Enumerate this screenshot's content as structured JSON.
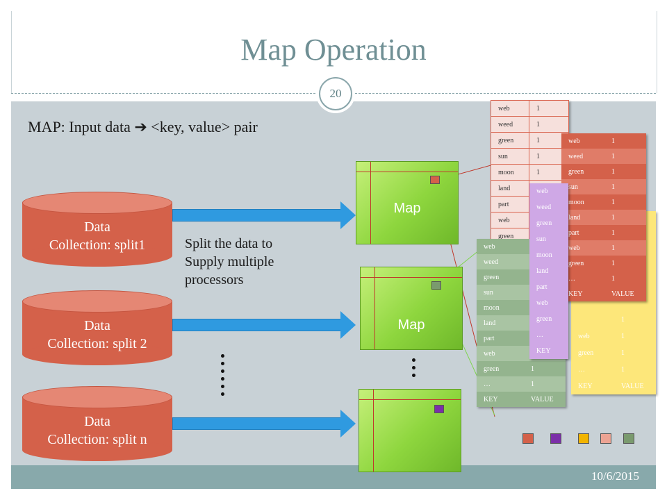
{
  "slide": {
    "title": "Map Operation",
    "slide_number": "20",
    "date": "10/6/2015",
    "headline": "MAP: Input data ➔ <key, value> pair"
  },
  "splits": [
    {
      "line1": "Data",
      "line2": "Collection: split1"
    },
    {
      "line1": "Data",
      "line2": "Collection: split 2"
    },
    {
      "line1": "Data",
      "line2": "Collection: split n"
    }
  ],
  "maps": [
    {
      "label": "Map",
      "marker_color": "#d4614a"
    },
    {
      "label": "Map",
      "marker_color": "#7a9a6e"
    },
    {
      "label": "",
      "marker_color": "#7b2fa8"
    }
  ],
  "split_note": {
    "line1": "Split the data to",
    "line2": "Supply multiple",
    "line3": "processors"
  },
  "tables": {
    "background": {
      "rows": [
        [
          "web",
          "1"
        ],
        [
          "weed",
          "1"
        ],
        [
          "green",
          "1"
        ],
        [
          "sun",
          "1"
        ],
        [
          "moon",
          "1"
        ],
        [
          "land",
          ""
        ],
        [
          "part",
          ""
        ],
        [
          "web",
          ""
        ],
        [
          "green",
          ""
        ]
      ]
    },
    "red": {
      "rows": [
        [
          "web",
          "1"
        ],
        [
          "weed",
          "1"
        ],
        [
          "green",
          "1"
        ],
        [
          "sun",
          "1"
        ],
        [
          "moon",
          "1"
        ],
        [
          "land",
          "1"
        ],
        [
          "part",
          "1"
        ],
        [
          "web",
          "1"
        ],
        [
          "green",
          "1"
        ],
        [
          "…",
          "1"
        ],
        [
          "KEY",
          "VALUE"
        ]
      ]
    },
    "yellow": {
      "rows": [
        [
          "",
          ""
        ],
        [
          "",
          ""
        ],
        [
          "",
          ""
        ],
        [
          "",
          ""
        ],
        [
          "",
          ""
        ],
        [
          "",
          ""
        ],
        [
          "",
          "1"
        ],
        [
          "web",
          "1"
        ],
        [
          "green",
          "1"
        ],
        [
          "…",
          "1"
        ],
        [
          "KEY",
          "VALUE"
        ]
      ]
    },
    "green": {
      "rows": [
        [
          "web",
          ""
        ],
        [
          "weed",
          ""
        ],
        [
          "green",
          ""
        ],
        [
          "sun",
          ""
        ],
        [
          "moon",
          ""
        ],
        [
          "land",
          ""
        ],
        [
          "part",
          ""
        ],
        [
          "web",
          ""
        ],
        [
          "green",
          "1"
        ],
        [
          "…",
          "1"
        ],
        [
          "KEY",
          "VALUE"
        ]
      ]
    },
    "purple": {
      "rows": [
        [
          "web"
        ],
        [
          "weed"
        ],
        [
          "green"
        ],
        [
          "sun"
        ],
        [
          "moon"
        ],
        [
          "land"
        ],
        [
          "part"
        ],
        [
          "web"
        ],
        [
          "green"
        ],
        [
          "…"
        ],
        [
          "KEY"
        ]
      ]
    }
  },
  "colors": {
    "accent_title": "#6f8f94",
    "split_cylinder": "#d4614a",
    "arrow": "#2f9ae0",
    "map_box": "#8ed63e",
    "swatches": [
      "#d4614a",
      "#7b2fa8",
      "#f2b400",
      "#eca393",
      "#7a9a6e"
    ]
  }
}
